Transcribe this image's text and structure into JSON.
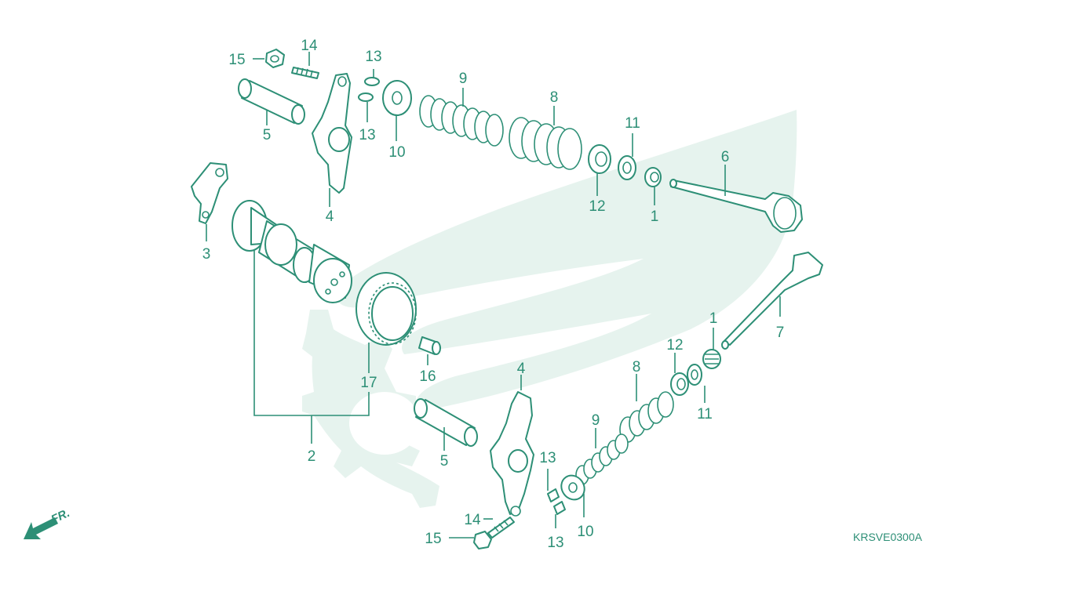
{
  "diagram": {
    "colors": {
      "ink": "#2d8f76",
      "watermark": "#e6f3ee",
      "background": "#ffffff"
    },
    "watermark": "wing-and-gear-logo",
    "code": "KRSVE0300A",
    "front_marker": "FR.",
    "callouts": {
      "c15a": "15",
      "c14a": "14",
      "c13a": "13",
      "c13b": "13",
      "c5a": "5",
      "c10a": "10",
      "c9a": "9",
      "c8a": "8",
      "c11a": "11",
      "c12a": "12",
      "c1a": "1",
      "c6": "6",
      "c4a": "4",
      "c3": "3",
      "c17": "17",
      "c16": "16",
      "c2": "2",
      "c7": "7",
      "c1b": "1",
      "c12b": "12",
      "c11b": "11",
      "c8b": "8",
      "c9b": "9",
      "c4b": "4",
      "c5b": "5",
      "c13c": "13",
      "c13d": "13",
      "c10b": "10",
      "c14b": "14",
      "c15b": "15"
    }
  }
}
